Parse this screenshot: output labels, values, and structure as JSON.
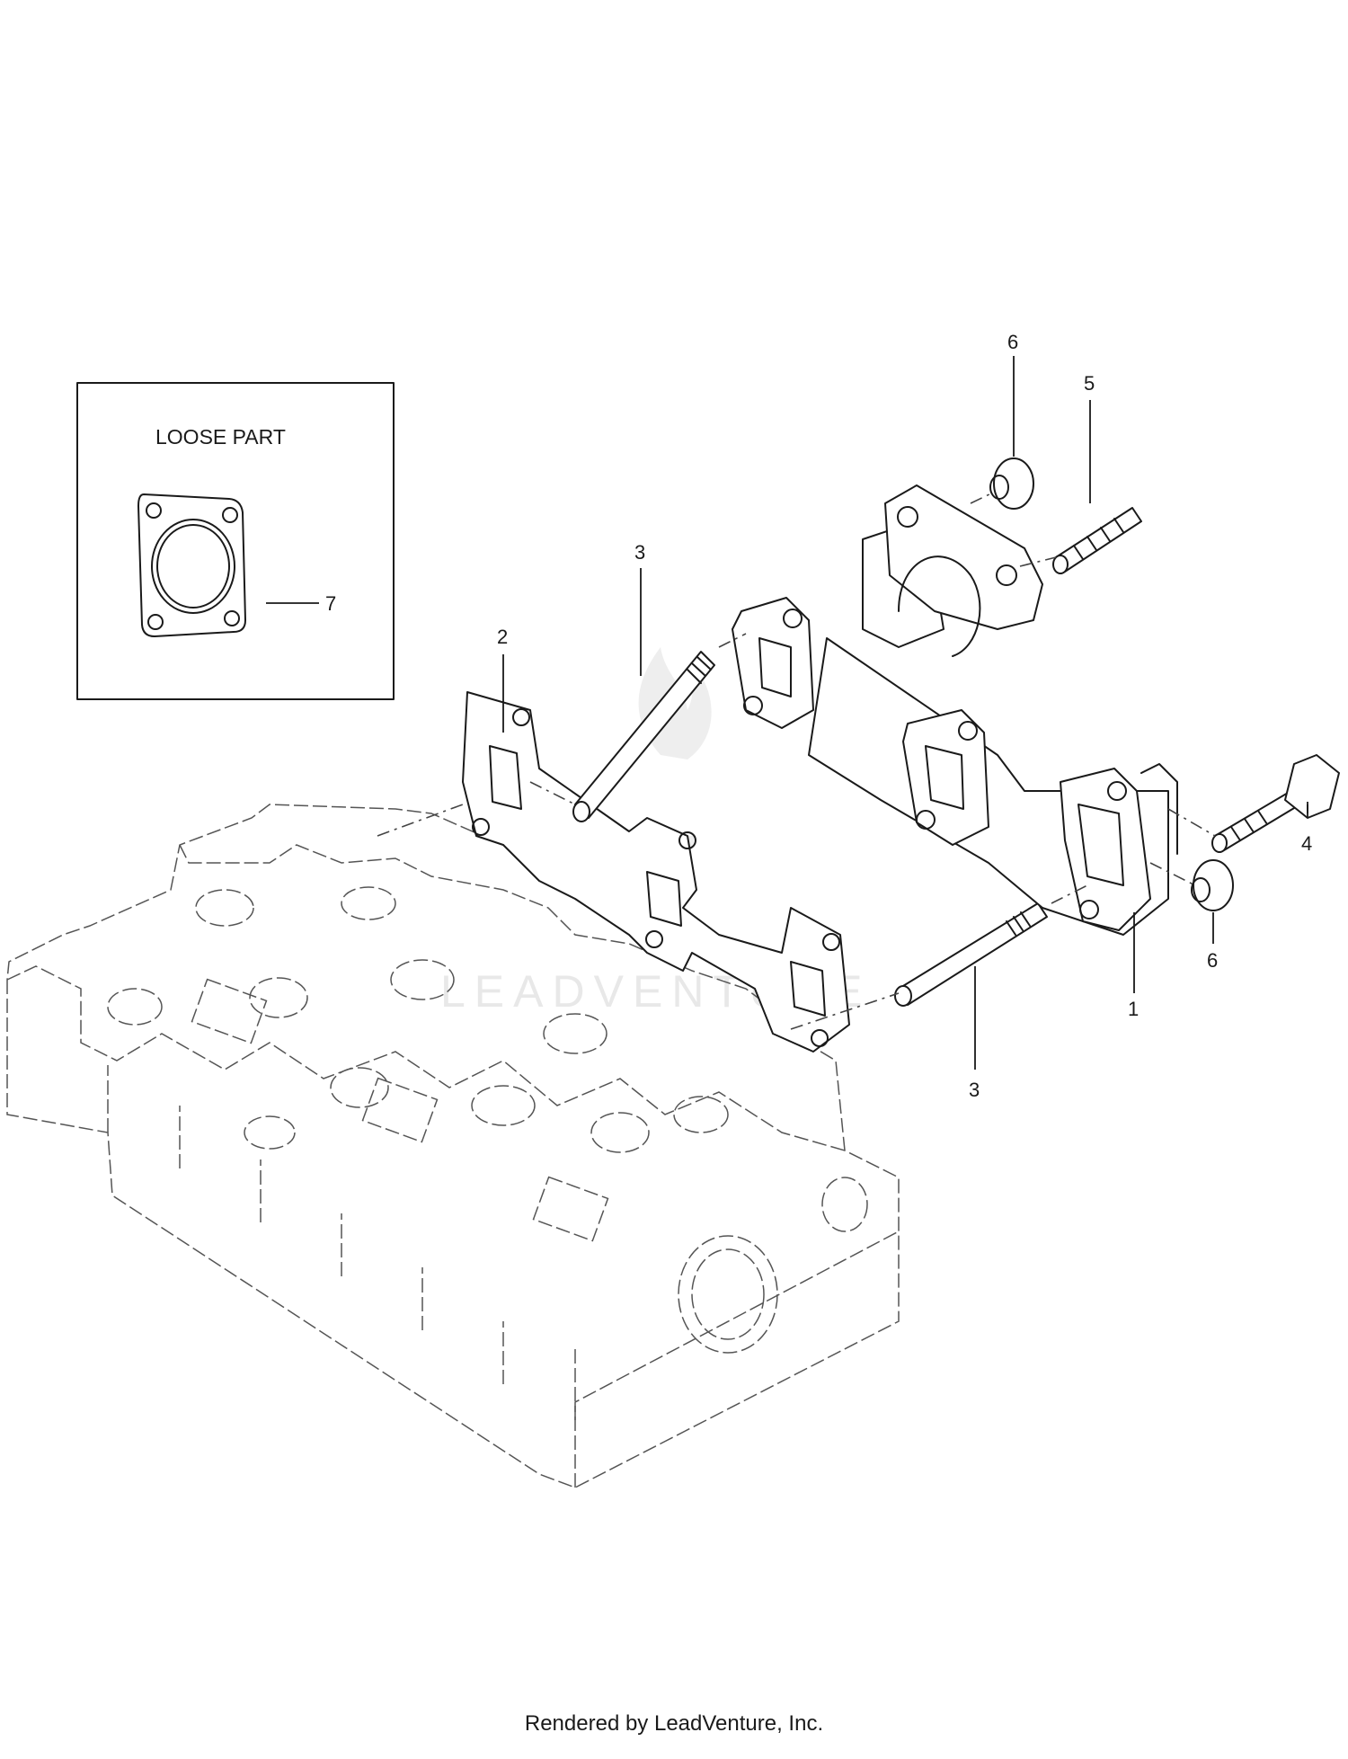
{
  "loose_part_box": {
    "title": "LOOSE PART",
    "callout": "7"
  },
  "callouts": {
    "manifold": "1",
    "gasket": "2",
    "stud_upper": "3",
    "stud_lower": "3",
    "bolt": "4",
    "stud_short": "5",
    "nut_upper": "6",
    "nut_lower": "6"
  },
  "watermark": {
    "text": "LEADVENTURE"
  },
  "footer": {
    "text": "Rendered by LeadVenture, Inc."
  }
}
